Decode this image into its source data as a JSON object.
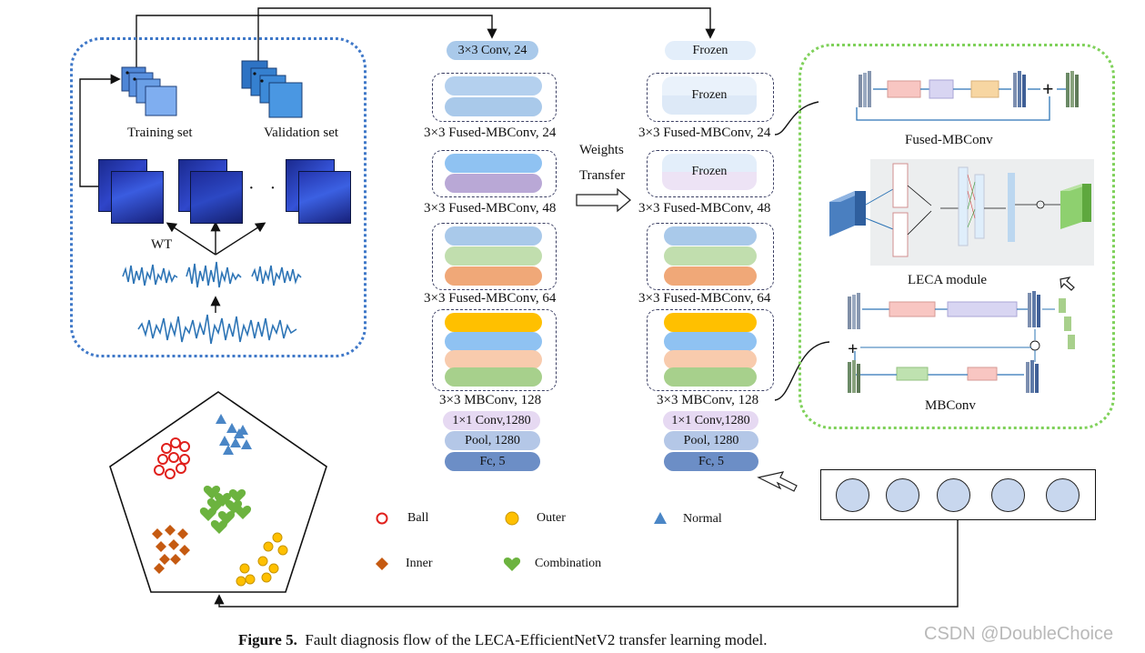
{
  "data_split": {
    "training_set": "Training set",
    "validation_set": "Validation set",
    "wt": "WT",
    "ellipsis": "· ·"
  },
  "source_network": {
    "stem_conv": "3×3 Conv, 24",
    "stage1": "3×3 Fused-MBConv, 24",
    "stage2": "3×3 Fused-MBConv, 48",
    "stage3": "3×3 Fused-MBConv,  64",
    "stage4": "3×3 MBConv,  128",
    "head_conv": "1×1 Conv,1280",
    "pool": "Pool, 1280",
    "fc": "Fc, 5"
  },
  "transfer": {
    "line1": "Weights",
    "line2": "Transfer"
  },
  "target_network": {
    "frozen": "Frozen",
    "stage1": "3×3 Fused-MBConv, 24",
    "stage2": "3×3 Fused-MBConv, 48",
    "stage3": "3×3 Fused-MBConv,  64",
    "stage4": "3×3 MBConv,  128",
    "head_conv": "1×1 Conv,1280",
    "pool": "Pool, 1280",
    "fc": "Fc, 5"
  },
  "modules": {
    "fused_mbconv": "Fused-MBConv",
    "leca": "LECA module",
    "mbconv": "MBConv"
  },
  "legend": {
    "ball": "Ball",
    "outer": "Outer",
    "normal": "Normal",
    "inner": "Inner",
    "combination": "Combination"
  },
  "caption": {
    "label": "Figure 5.",
    "text": "Fault diagnosis flow of the LECA-EfficientNetV2 transfer learning model."
  },
  "watermark": "CSDN @DoubleChoice",
  "colors": {
    "panel_blue_dotted": "#3f78c8",
    "panel_green_dotted": "#7fd15a",
    "dashed_group": "#3b3f63",
    "pill_blue": "#a9c9ea",
    "pill_lightblue": "#8fc2f2",
    "pill_purple": "#b9a8d6",
    "pill_green": "#a7d08c",
    "pill_orange": "#f0a878",
    "pill_yellow": "#ffc000",
    "pill_peach": "#f8cbad",
    "pill_frozen": "#e3eefa",
    "pill_lavender": "#e6d9f2",
    "pill_pool": "#b4c7e7",
    "pill_fc": "#6c8ec6",
    "ball_red": "#e0201c",
    "outer_yellow": "#ffc000",
    "normal_blue": "#4a86c6",
    "inner_orange": "#c55a11",
    "combination_green": "#6cb33f"
  }
}
